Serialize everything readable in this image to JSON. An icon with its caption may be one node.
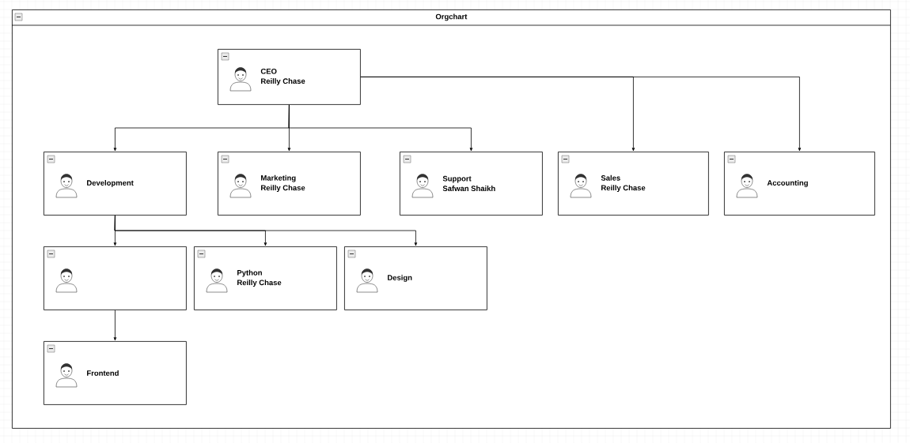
{
  "diagram": {
    "nodes": [
      {
        "text": [
          "Orgchart"
        ]
      },
      {
        "text": [
          "CEO",
          "Reilly Chase"
        ],
        "in": 0
      },
      {
        "text": [
          "Development"
        ],
        "in": 0
      },
      {
        "text": [
          "Marketing",
          "Reilly Chase"
        ],
        "in": 0
      },
      {
        "text": [
          "Support",
          "Safwan Shaikh"
        ],
        "in": 0
      },
      {
        "text": [
          "Sales",
          "Reilly Chase"
        ],
        "in": 0
      },
      {
        "text": [
          "Accounting"
        ],
        "in": 0
      },
      {
        "text": [],
        "shape": "box",
        "in": 0
      },
      {
        "text": [
          "Python",
          "Reilly Chase"
        ],
        "in": 0
      },
      {
        "text": [
          "Design"
        ],
        "in": 0
      },
      {
        "text": [
          "Frontend"
        ],
        "in": 0
      }
    ],
    "edges": [
      {
        "from": 1,
        "to": 2,
        "arrow": "to"
      },
      {
        "from": 1,
        "to": 3,
        "arrow": "to"
      },
      {
        "from": 1,
        "to": 4,
        "arrow": "to"
      },
      {
        "from": 1,
        "to": 5,
        "arrow": "to"
      },
      {
        "from": 1,
        "to": 6,
        "arrow": "to"
      },
      {
        "from": 2,
        "to": 7,
        "arrow": "to"
      },
      {
        "from": 2,
        "to": 8,
        "arrow": "to"
      },
      {
        "from": 2,
        "to": 9,
        "arrow": "to"
      },
      {
        "from": 7,
        "to": 10,
        "arrow": "to"
      }
    ]
  }
}
